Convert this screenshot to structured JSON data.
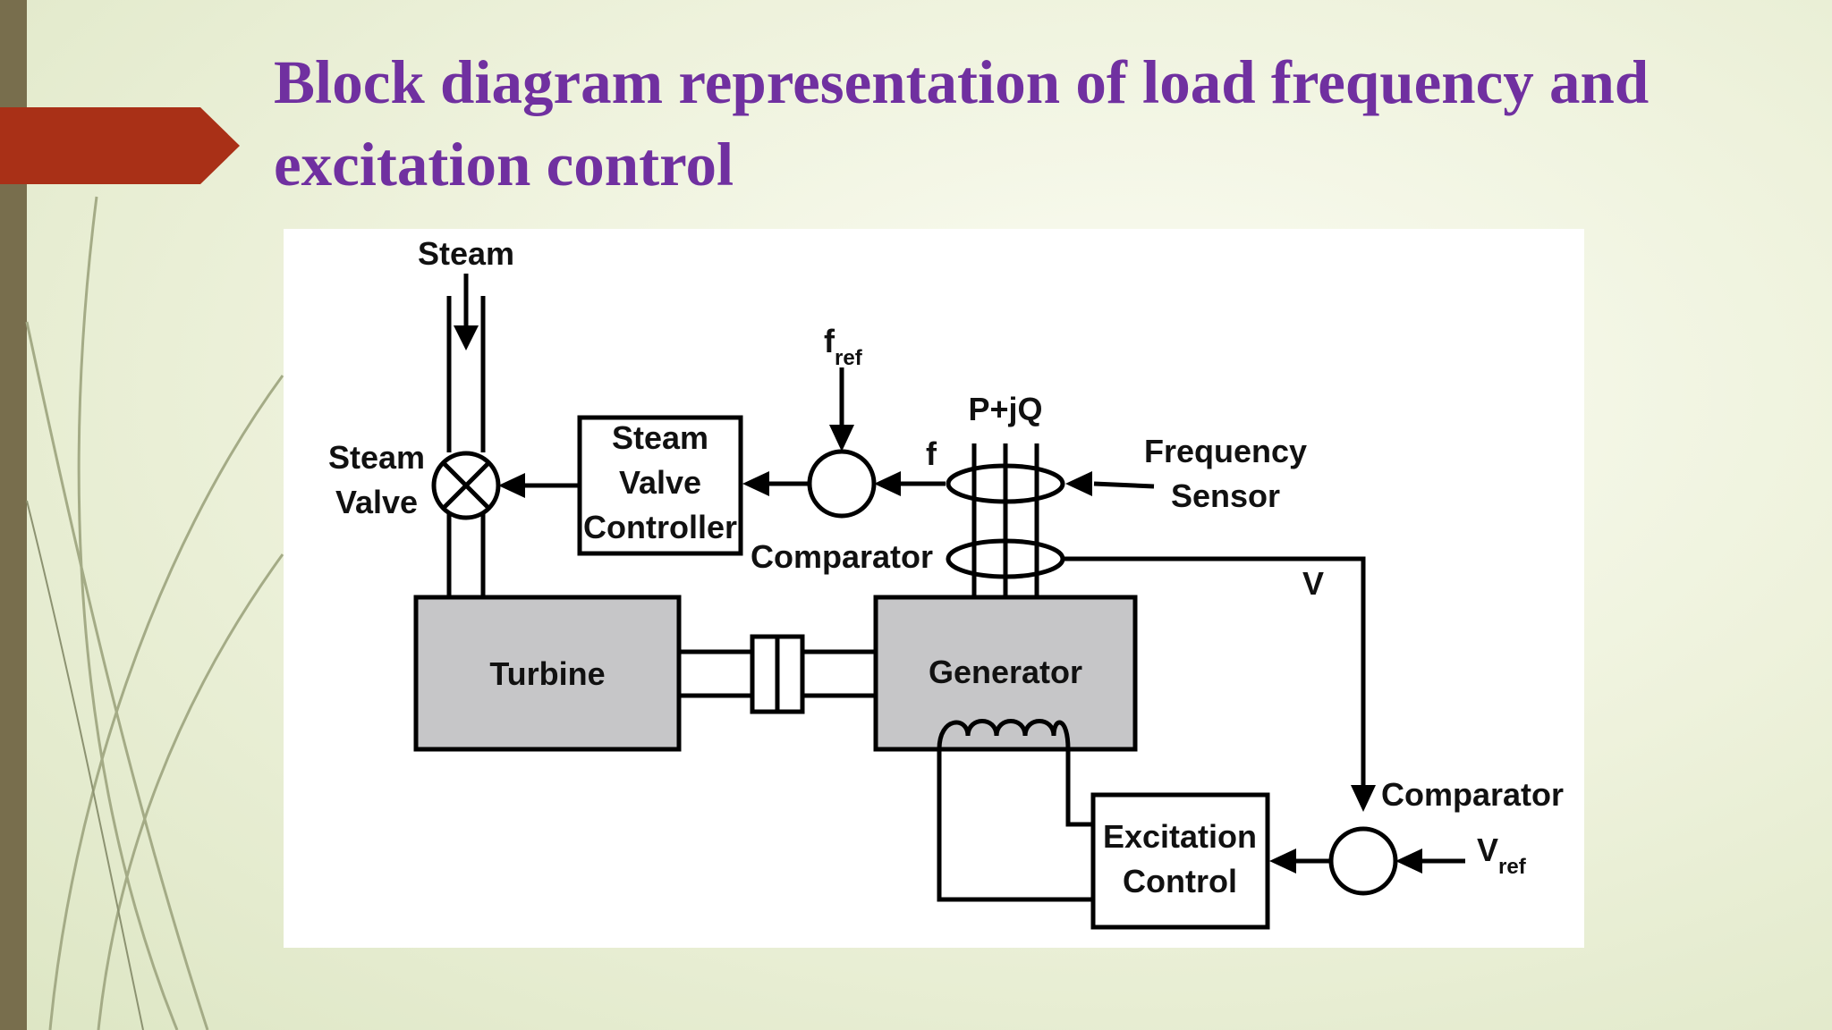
{
  "slide": {
    "title": "Block diagram representation of load frequency and excitation control"
  },
  "diagram": {
    "labels": {
      "steam": "Steam",
      "steam_valve_line1": "Steam",
      "steam_valve_line2": "Valve",
      "controller_line1": "Steam",
      "controller_line2": "Valve",
      "controller_line3": "Controller",
      "fref_main": "f",
      "fref_sub": "ref",
      "f_signal": "f",
      "pq": "P+jQ",
      "freq_sensor_line1": "Frequency",
      "freq_sensor_line2": "Sensor",
      "comparator_top": "Comparator",
      "v_signal": "V",
      "turbine": "Turbine",
      "generator": "Generator",
      "comparator_bottom": "Comparator",
      "vref_main": "V",
      "vref_sub": "ref",
      "excitation_line1": "Excitation",
      "excitation_line2": "Control"
    }
  },
  "colors": {
    "title": "#7030a0",
    "accent_arrow": "#a93017",
    "side_bar": "#786e4d",
    "block_fill": "#c6c6c8"
  }
}
